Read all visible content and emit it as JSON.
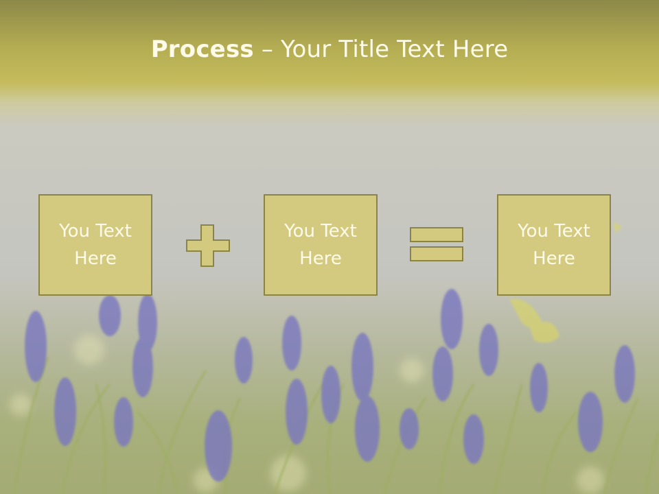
{
  "title": {
    "bold": "Process",
    "rest": " – Your Title Text Here"
  },
  "boxes": [
    {
      "text": "You Text\nHere"
    },
    {
      "text": "You Text\nHere"
    },
    {
      "text": "You Text\nHere"
    }
  ],
  "operators": [
    {
      "icon": "plus-icon"
    },
    {
      "icon": "equals-icon"
    }
  ],
  "colors": {
    "box_fill": "#d3c97f",
    "box_border": "#8a8447",
    "text": "#fffbe8",
    "title_band": "#b4ad52"
  }
}
